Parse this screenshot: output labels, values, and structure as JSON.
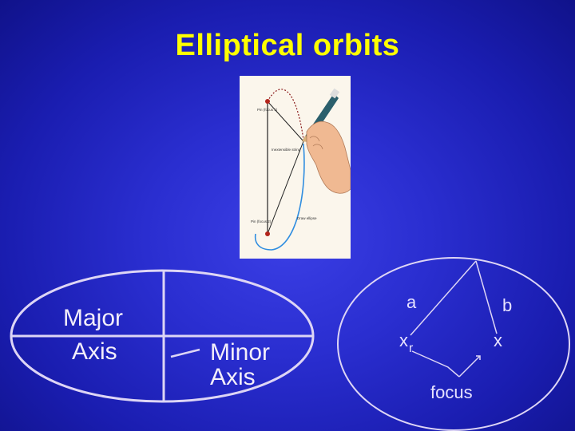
{
  "title": "Elliptical orbits",
  "photo": {
    "pin_focus_1": "Pin (focus 1)",
    "inextensible_string": "Inextensible string",
    "pin_focus_2": "Pin (focus 2)",
    "draw_ellipse": "Draw ellipse"
  },
  "left_ellipse": {
    "major_axis_line1": "Major",
    "major_axis_line2": "Axis",
    "minor_axis_line1": "Minor",
    "minor_axis_line2": "Axis"
  },
  "right_ellipse": {
    "label_a": "a",
    "label_b": "b",
    "label_x_left": "x",
    "label_r": "r",
    "label_x_right": "x",
    "label_focus": "focus"
  }
}
